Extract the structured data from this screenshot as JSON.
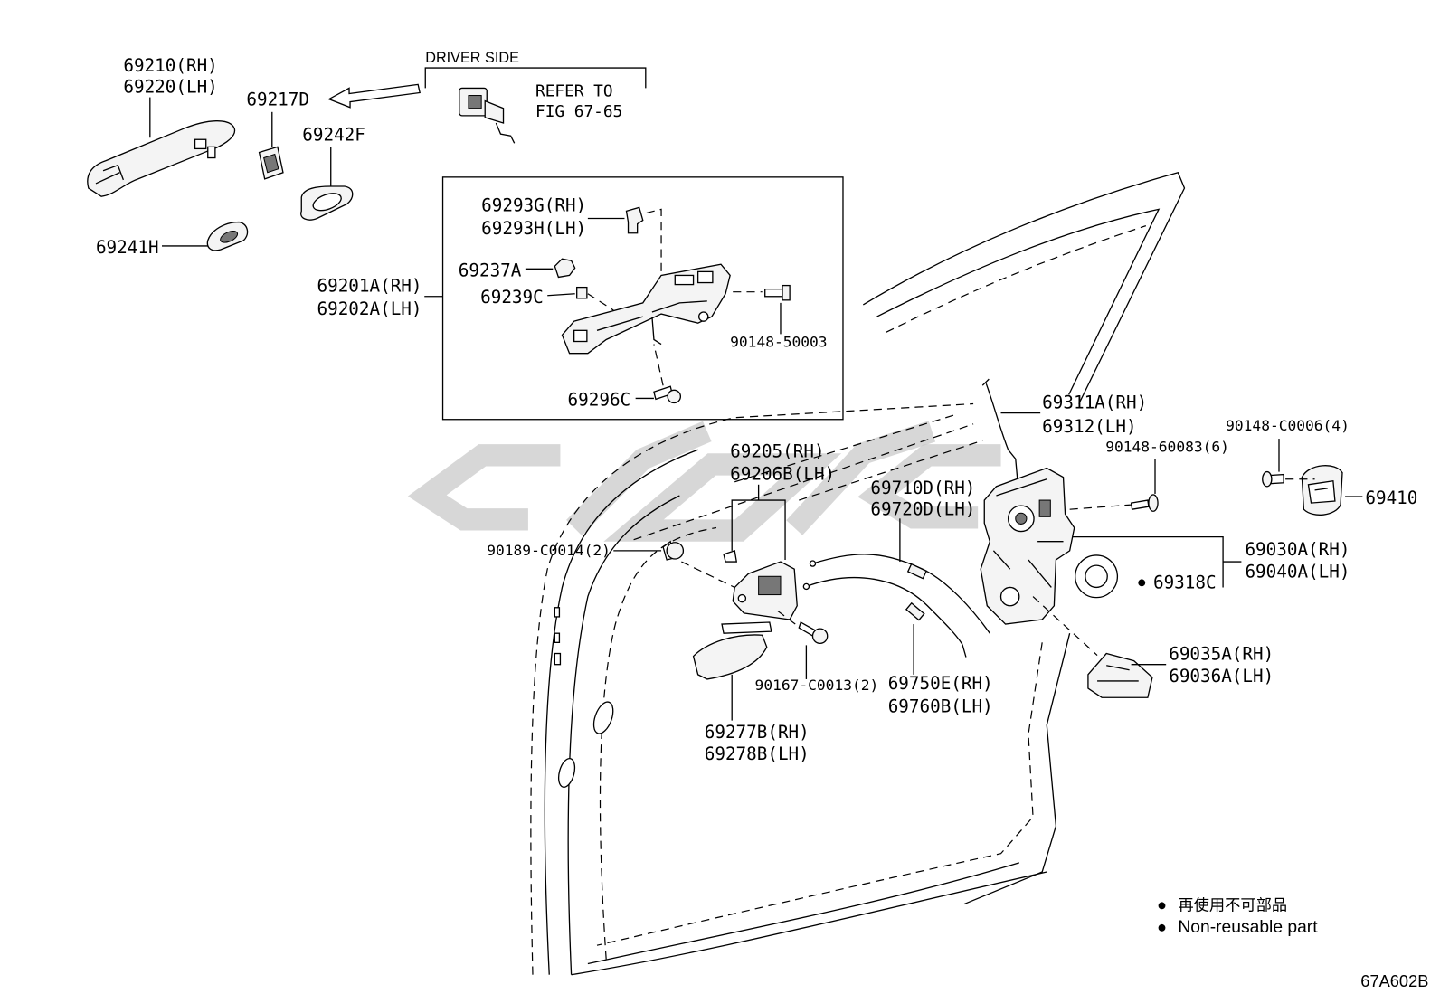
{
  "header": {
    "driver_side": "DRIVER SIDE",
    "refer_line1": "REFER TO",
    "refer_line2": "FIG 67-65"
  },
  "parts": {
    "p69210": {
      "rh": "69210(RH)",
      "lh": "69220(LH)"
    },
    "p69217": "69217D",
    "p69242": "69242F",
    "p69241": "69241H",
    "p69293": {
      "rh": "69293G(RH)",
      "lh": "69293H(LH)"
    },
    "p69237": "69237A",
    "p69201": {
      "rh": "69201A(RH)",
      "lh": "69202A(LH)"
    },
    "p69239": "69239C",
    "p90148_50003": "90148-50003",
    "p69296": "69296C",
    "p69311": {
      "rh": "69311A(RH)",
      "lh": "69312(LH)"
    },
    "p90148_c0006": "90148-C0006(4)",
    "p90148_60083": "90148-60083(6)",
    "p69205": {
      "rh": "69205(RH)",
      "lh": "69206B(LH)"
    },
    "p69710": {
      "rh": "69710D(RH)",
      "lh": "69720D(LH)"
    },
    "p69410": "69410",
    "p90189_c0014": "90189-C0014(2)",
    "p69030": {
      "rh": "69030A(RH)",
      "lh": "69040A(LH)"
    },
    "p69318": "69318C",
    "p69035": {
      "rh": "69035A(RH)",
      "lh": "69036A(LH)"
    },
    "p90167_c0013": "90167-C0013(2)",
    "p69750": {
      "rh": "69750E(RH)",
      "lh": "69760B(LH)"
    },
    "p69277": {
      "rh": "69277B(RH)",
      "lh": "69278B(LH)"
    }
  },
  "legend": {
    "marker": "●",
    "japanese": "再使用不可部品",
    "english": "Non-reusable part"
  },
  "figure_code": "67A602B"
}
